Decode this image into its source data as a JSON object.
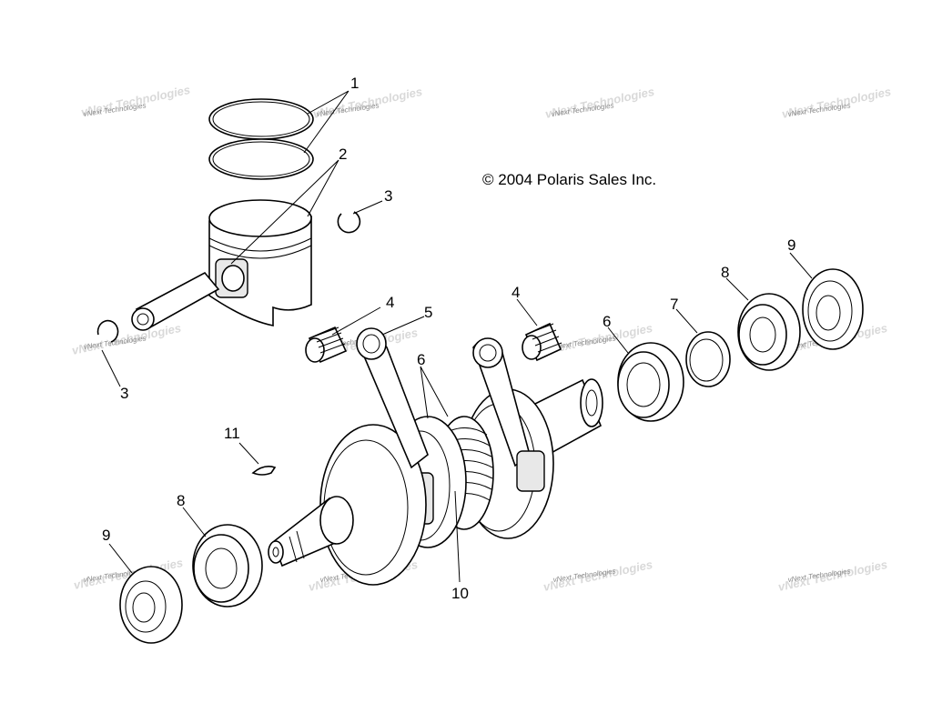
{
  "copyright": "© 2004 Polaris Sales Inc.",
  "watermark": "vNext Technologies",
  "callouts": {
    "c1": "1",
    "c2": "2",
    "c3a": "3",
    "c3b": "3",
    "c4a": "4",
    "c4b": "4",
    "c5": "5",
    "c6a": "6",
    "c6b": "6",
    "c7": "7",
    "c8a": "8",
    "c8b": "8",
    "c9a": "9",
    "c9b": "9",
    "c10": "10",
    "c11": "11"
  }
}
